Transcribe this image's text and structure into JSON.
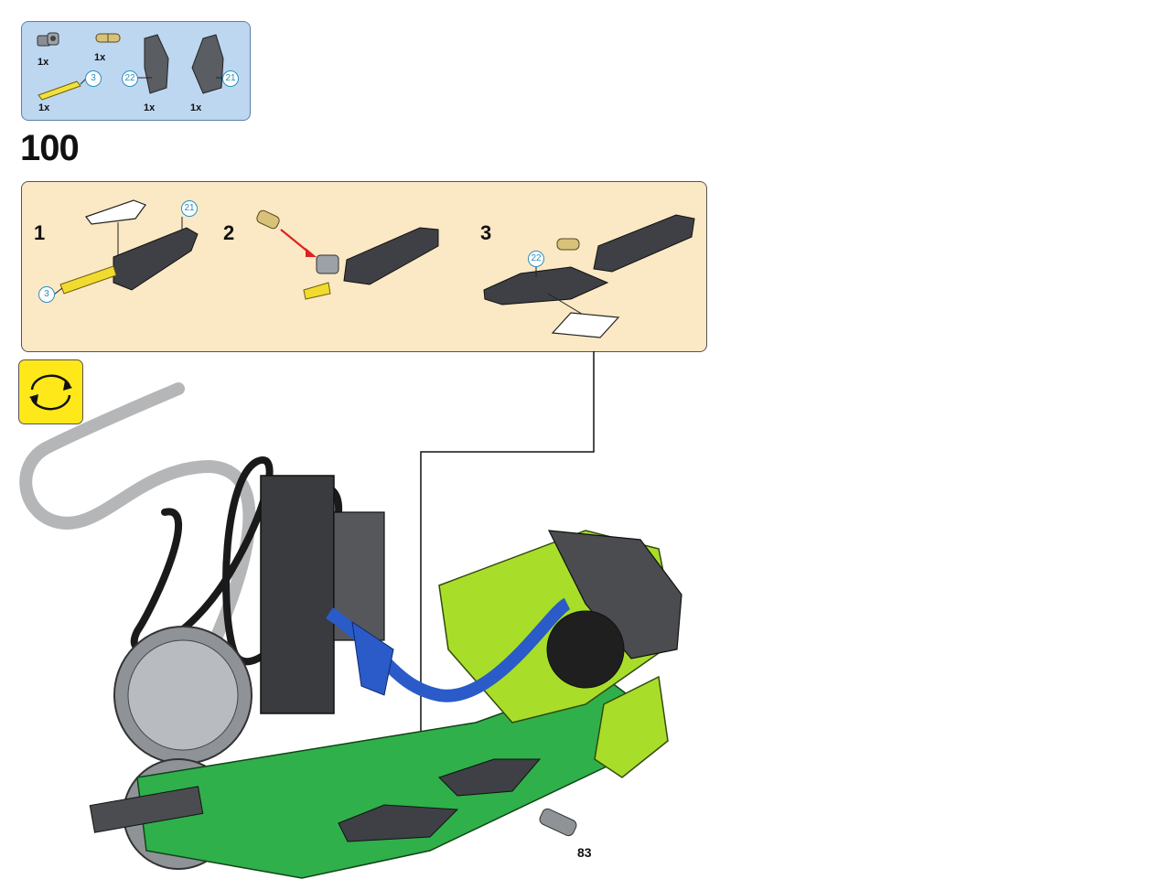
{
  "parts_list": {
    "items": [
      {
        "name": "axle-connector-gray",
        "qty": "1x"
      },
      {
        "name": "pin-tan",
        "qty": "1x"
      },
      {
        "name": "axle-3-yellow",
        "qty": "1x",
        "callout": "3"
      },
      {
        "name": "panel-22",
        "qty": "1x",
        "callout": "22"
      },
      {
        "name": "panel-21",
        "qty": "1x",
        "callout": "21"
      }
    ]
  },
  "step": {
    "number": "100"
  },
  "sub_assembly": {
    "steps": [
      {
        "label": "1",
        "callouts": [
          "21",
          "3"
        ]
      },
      {
        "label": "2"
      },
      {
        "label": "3",
        "callouts": [
          "22"
        ]
      }
    ]
  },
  "rotate_icon": "rotate-model-icon",
  "page": {
    "number": "83"
  },
  "colors": {
    "parts_bg": "#bdd7f0",
    "sub_bg": "#fbe8c4",
    "rotate_bg": "#ffe81a",
    "callout": "#2a8fc0"
  }
}
